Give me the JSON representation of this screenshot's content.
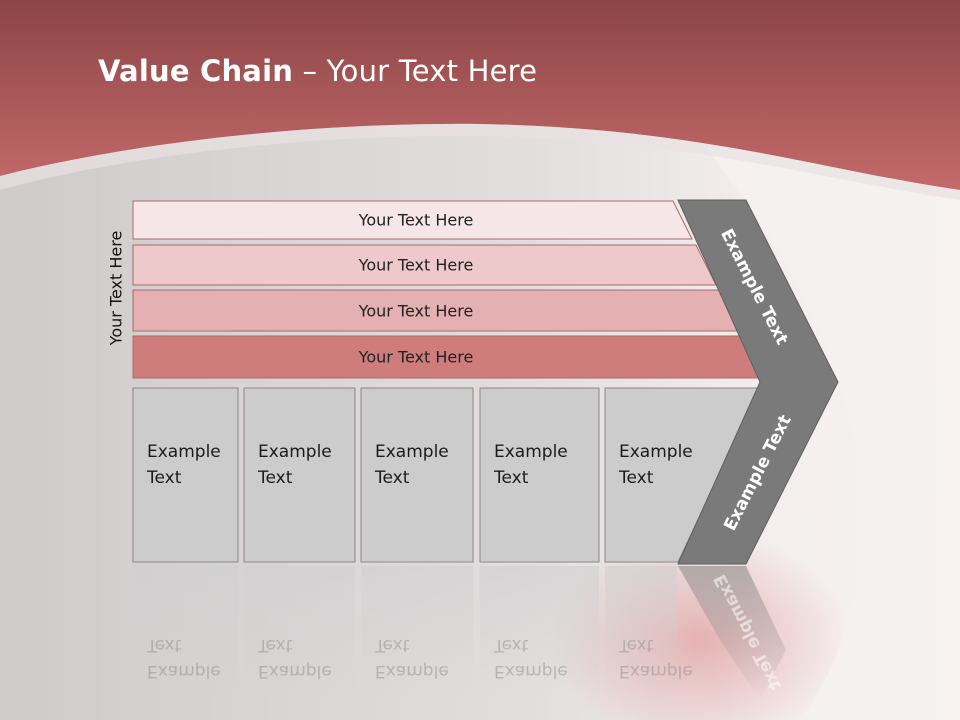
{
  "title": {
    "bold": "Value Chain",
    "rest": " – Your Text Here"
  },
  "side_label": "Your Text Here",
  "bars": [
    {
      "label": "Your Text Here",
      "fill": "#f6e6e7"
    },
    {
      "label": "Your Text Here",
      "fill": "#edc9cb"
    },
    {
      "label": "Your Text Here",
      "fill": "#e4b0b1"
    },
    {
      "label": "Your Text Here",
      "fill": "#cf7c7d"
    }
  ],
  "boxes": [
    {
      "line1": "Example",
      "line2": "Text"
    },
    {
      "line1": "Example",
      "line2": "Text"
    },
    {
      "line1": "Example",
      "line2": "Text"
    },
    {
      "line1": "Example",
      "line2": "Text"
    },
    {
      "line1": "Example",
      "line2": "Text"
    }
  ],
  "chevron": {
    "upper_label": "Example Text",
    "lower_label": "Example Text",
    "fill": "#7a7a7a"
  },
  "colors": {
    "header": "#b85f60",
    "box_fill": "#cccccc",
    "box_stroke": "#888888"
  }
}
